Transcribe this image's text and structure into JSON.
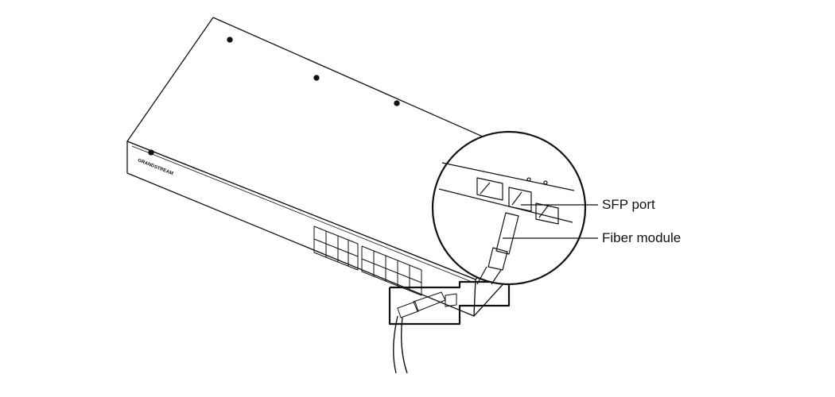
{
  "diagram": {
    "brand_logo": "GRANDSTREAM",
    "callouts": {
      "sfp_port": "SFP port",
      "fiber_module": "Fiber module"
    },
    "line_color": "#111111"
  }
}
